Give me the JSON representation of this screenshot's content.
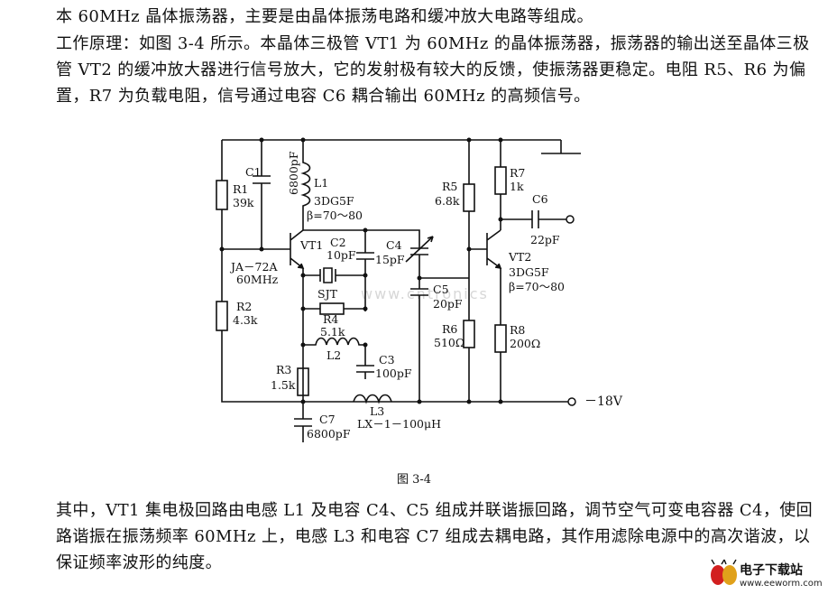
{
  "paragraphs": {
    "intro": "本 60MHz 晶体振荡器，主要是由晶体振荡电路和缓冲放大电路等组成。",
    "principle": "工作原理：如图 3-4 所示。本晶体三极管 VT1 为 60MHz 的晶体振荡器，振荡器的输出送至晶体三极管 VT2 的缓冲放大器进行信号放大，它的发射极有较大的反馈，使振荡器更稳定。电阻 R5、R6 为偏置，R7 为负载电阻，信号通过电容 C6 耦合输出 60MHz 的高频信号。",
    "detail": "其中，VT1 集电极回路由电感 L1 及电容 C4、C5 组成并联谐振回路，调节空气可变电容器 C4，使回路谐振在振荡频率 60MHz 上，电感 L3 和电容 C7 组成去耦电路，其作用滤除电源中的高次谐波，以保证频率波形的纯度。"
  },
  "figure": {
    "caption": "图 3-4",
    "labels": {
      "r1": "R1",
      "r1_val": "39k",
      "c1": "C1",
      "c1_val": "6800pF",
      "l1": "L1",
      "vt1_type": "3DG5F",
      "vt1_beta": "β=70～80",
      "vt1": "VT1",
      "c2": "C2",
      "c2_val": "10pF",
      "c4": "C4",
      "c4_val": "15pF",
      "crystal": "JA－72A",
      "crystal_freq": "60MHz",
      "sjt": "SJT",
      "c5": "C5",
      "c5_val": "20pF",
      "r2": "R2",
      "r2_val": "4.3k",
      "r4": "R4",
      "r4_val": "5.1k",
      "l2": "L2",
      "c3": "C3",
      "c3_val": "100pF",
      "r3": "R3",
      "r3_val": "1.5k",
      "l3": "L3",
      "l3_val": "LX－1－100μH",
      "c7": "C7",
      "c7_val": "6800pF",
      "r5": "R5",
      "r5_val": "6.8k",
      "r6": "R6",
      "r6_val": "510Ω",
      "r7": "R7",
      "r7_val": "1k",
      "c6": "C6",
      "c6_val": "22pF",
      "vt2": "VT2",
      "vt2_type": "3DG5F",
      "vt2_beta": "β=70～80",
      "r8": "R8",
      "r8_val": "200Ω",
      "supply": "－18V"
    }
  },
  "watermark": "www.cntronics",
  "logo": {
    "title": "电子下载站",
    "url": "www.eeworm.com"
  }
}
